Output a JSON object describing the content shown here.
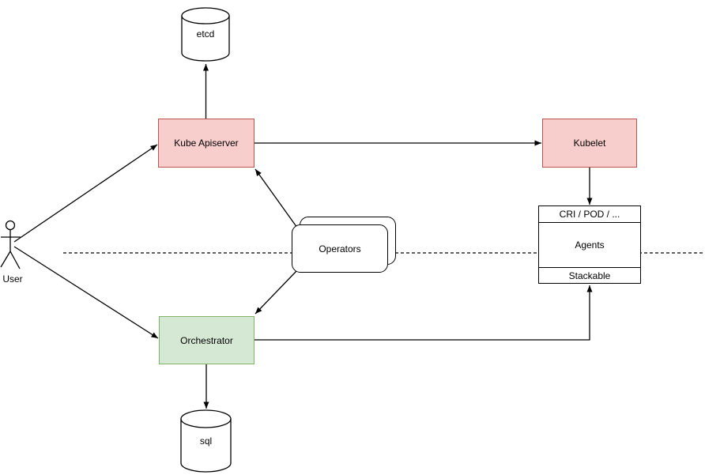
{
  "diagram": {
    "nodes": {
      "etcd": {
        "label": "etcd",
        "shape": "cylinder"
      },
      "kube_apiserver": {
        "label": "Kube Apiserver",
        "fill": "#f8cecc",
        "stroke": "#b85450"
      },
      "kubelet": {
        "label": "Kubelet",
        "fill": "#f8cecc",
        "stroke": "#b85450"
      },
      "operators": {
        "label": "Operators",
        "shape": "stacked-rounded-rect"
      },
      "user": {
        "label": "User",
        "shape": "actor"
      },
      "orchestrator": {
        "label": "Orchestrator",
        "fill": "#d5e8d4",
        "stroke": "#82b366"
      },
      "agents_stack": {
        "top_label": "CRI / POD / ...",
        "middle_label": "Agents",
        "bottom_label": "Stackable"
      },
      "sql": {
        "label": "sql",
        "shape": "cylinder"
      }
    },
    "edges": [
      {
        "from": "kube_apiserver",
        "to": "etcd",
        "style": "solid-arrow"
      },
      {
        "from": "kube_apiserver",
        "to": "kubelet",
        "style": "solid-arrow"
      },
      {
        "from": "kubelet",
        "to": "agents_stack",
        "style": "solid-arrow"
      },
      {
        "from": "user",
        "to": "kube_apiserver",
        "style": "solid-arrow"
      },
      {
        "from": "user",
        "to": "orchestrator",
        "style": "solid-arrow"
      },
      {
        "from": "operators",
        "to": "kube_apiserver",
        "style": "solid-arrow"
      },
      {
        "from": "operators",
        "to": "orchestrator",
        "style": "solid-arrow"
      },
      {
        "from": "orchestrator",
        "to": "agents_stack",
        "style": "solid-arrow"
      },
      {
        "from": "orchestrator",
        "to": "sql",
        "style": "solid-arrow"
      },
      {
        "type": "separator",
        "style": "dashed-line"
      }
    ],
    "colors": {
      "background": "#ffffff",
      "line": "#000000",
      "pink_fill": "#f8cecc",
      "pink_stroke": "#b85450",
      "green_fill": "#d5e8d4",
      "green_stroke": "#82b366"
    }
  }
}
